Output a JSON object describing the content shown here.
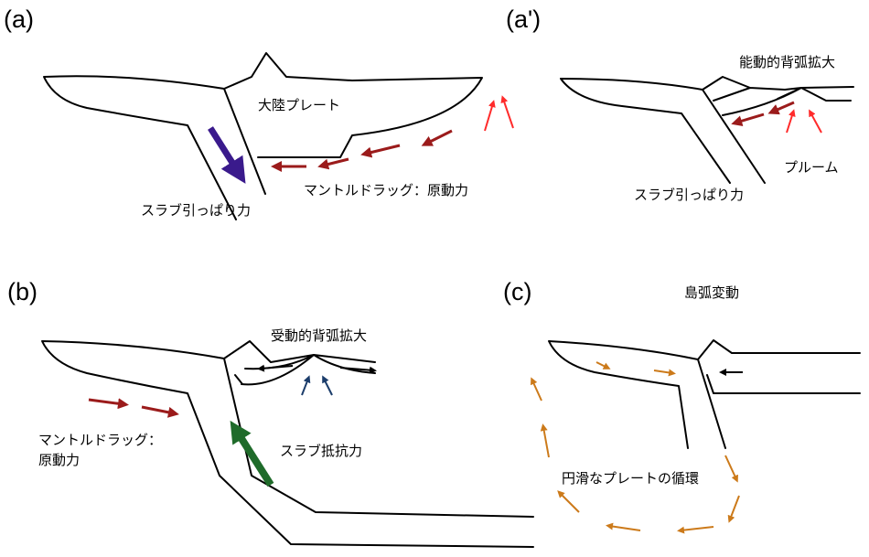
{
  "panels": {
    "a": {
      "label": "(a)",
      "plate_text": "大陸プレート",
      "slab_text": "スラブ引っぱり力",
      "drag_text": "マントルドラッグ：原動力"
    },
    "a_prime": {
      "label": "(a')",
      "spreading_text": "能動的背弧拡大",
      "plume_text": "プルーム",
      "slab_text": "スラブ引っぱり力"
    },
    "b": {
      "label": "(b)",
      "spreading_text": "受動的背弧拡大",
      "drag_line1": "マントルドラッグ：",
      "drag_line2": "原動力",
      "slab_text": "スラブ抵抗力"
    },
    "c": {
      "label": "(c)",
      "title": "島弧変動",
      "circulation_text": "円滑なプレートの循環"
    }
  },
  "colors": {
    "outline": "#000000",
    "slab_pull_arrow": "#3a1a8c",
    "drag_arrow": "#9b1b1b",
    "upwelling_arrow": "#ff2b2b",
    "slab_resistance_arrow": "#1f6b2a",
    "plume_arrow_b": "#1c3d6b",
    "circulation_arrow": "#cc7a1a",
    "spreading_arrow": "#000000"
  }
}
